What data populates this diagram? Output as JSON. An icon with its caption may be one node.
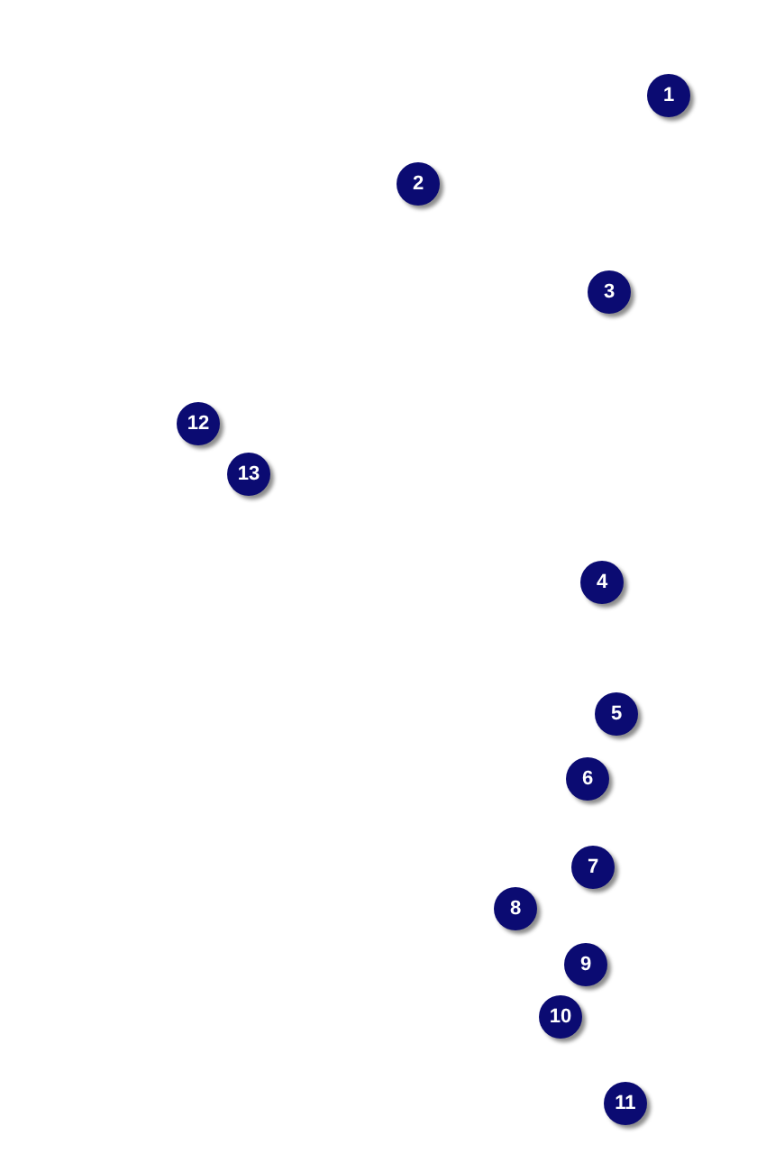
{
  "diagram": {
    "labels": [
      "1",
      "2",
      "3",
      "12",
      "13",
      "4",
      "5",
      "6",
      "7",
      "8",
      "9",
      "10",
      "11"
    ]
  }
}
